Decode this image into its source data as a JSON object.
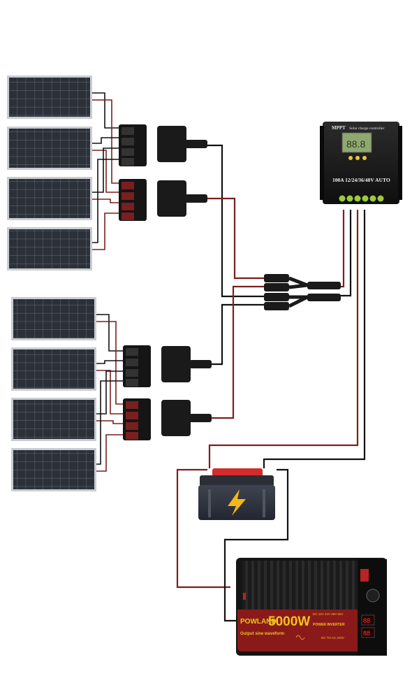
{
  "controller": {
    "brand": "MPPT",
    "title": "Solar charge controller",
    "spec": "100A 12/24/36/48V AUTO"
  },
  "inverter": {
    "brand": "POWLAND",
    "power": "5000W",
    "subtitle": "Output sine waveform",
    "label": "POWER INVERTER",
    "voltages": "DC 12V 24V 48V 60V",
    "conversion": "DC TO AC 220V"
  },
  "colors": {
    "wire_positive": "#7a1f1f",
    "wire_negative": "#111111",
    "panel_cell": "#2c3038",
    "panel_grid": "#5a6270",
    "panel_frame": "#c9ccd1"
  },
  "icons": {
    "battery": "lightning-bolt-icon"
  }
}
